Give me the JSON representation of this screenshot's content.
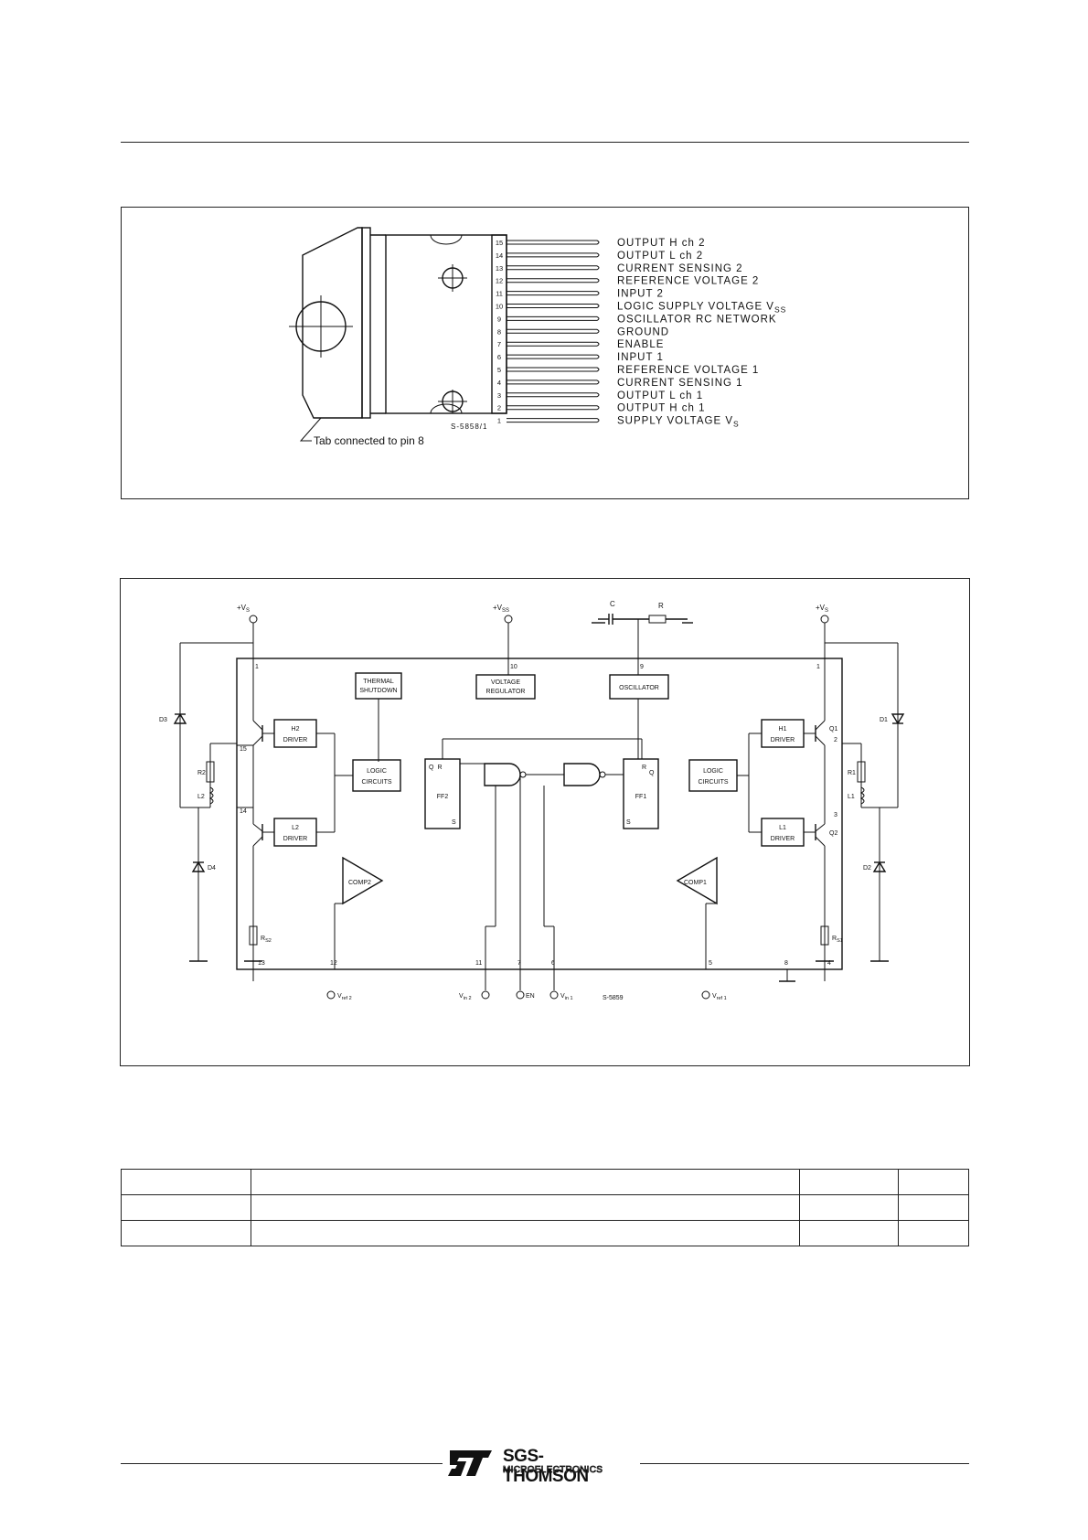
{
  "pinout": {
    "pins": [
      {
        "num": "15",
        "label": "OUTPUT H ch 2",
        "sub": ""
      },
      {
        "num": "14",
        "label": "OUTPUT L ch 2",
        "sub": ""
      },
      {
        "num": "13",
        "label": "CURRENT SENSING 2",
        "sub": ""
      },
      {
        "num": "12",
        "label": "REFERENCE VOLTAGE 2",
        "sub": ""
      },
      {
        "num": "11",
        "label": "INPUT 2",
        "sub": ""
      },
      {
        "num": "10",
        "label": "LOGIC SUPPLY VOLTAGE V",
        "sub": "SS"
      },
      {
        "num": "9",
        "label": "OSCILLATOR RC NETWORK",
        "sub": ""
      },
      {
        "num": "8",
        "label": "GROUND",
        "sub": ""
      },
      {
        "num": "7",
        "label": "ENABLE",
        "sub": ""
      },
      {
        "num": "6",
        "label": "INPUT 1",
        "sub": ""
      },
      {
        "num": "5",
        "label": "REFERENCE VOLTAGE 1",
        "sub": ""
      },
      {
        "num": "4",
        "label": "CURRENT SENSING 1",
        "sub": ""
      },
      {
        "num": "3",
        "label": "OUTPUT L ch 1",
        "sub": ""
      },
      {
        "num": "2",
        "label": "OUTPUT H ch 1",
        "sub": ""
      },
      {
        "num": "1",
        "label": "SUPPLY VOLTAGE V",
        "sub": "S"
      }
    ],
    "tab_note": "Tab connected to pin 8",
    "code": "S-5858/1"
  },
  "block": {
    "blocks": {
      "thermal1": "THERMAL",
      "thermal2": "SHUTDOWN",
      "vreg1": "VOLTAGE",
      "vreg2": "REGULATOR",
      "osc": "OSCILLATOR",
      "h2": "H2",
      "h1": "H1",
      "l2": "L2",
      "l1": "L1",
      "driver": "DRIVER",
      "logic1": "LOGIC",
      "logic2": "CIRCUITS",
      "ff2": "FF2",
      "ff1": "FF1",
      "comp2": "COMP2",
      "comp1": "COMP1",
      "q": "Q",
      "r": "R",
      "s": "S"
    },
    "supplies": {
      "vs_left": "+V",
      "vs_sub": "S",
      "vss": "+V",
      "vss_sub": "SS",
      "vs_right": "+V"
    },
    "rc": {
      "c": "C",
      "r": "R"
    },
    "components": {
      "d3": "D3",
      "d1": "D1",
      "d4": "D4",
      "d2": "D2",
      "r2": "R2",
      "l2": "L2",
      "r1": "R1",
      "l1": "L1",
      "q1": "Q1",
      "q2": "Q2",
      "rs2": "R",
      "rs2_sub": "S2",
      "rs1": "R",
      "rs1_sub": "S1"
    },
    "pins": {
      "p1l": "1",
      "p15": "15",
      "p14": "14",
      "p13": "13",
      "p12": "12",
      "p11": "11",
      "p10": "10",
      "p9": "9",
      "p7": "7",
      "p6": "6",
      "p5": "5",
      "p8": "8",
      "p4": "4",
      "p1r": "1",
      "p2": "2",
      "p3": "3"
    },
    "terminals": {
      "vref2": "V",
      "vref2_sub": "ref 2",
      "vin2": "V",
      "vin2_sub": "in 2",
      "en": "EN",
      "vin1": "V",
      "vin1_sub": "in 1",
      "vref1": "V",
      "vref1_sub": "ref 1"
    },
    "code": "S-5859"
  },
  "table": {
    "rows": [
      [
        "",
        "",
        "",
        ""
      ],
      [
        "",
        "",
        "",
        ""
      ],
      [
        "",
        "",
        "",
        ""
      ]
    ]
  },
  "logo": {
    "name": "SGS-THOMSON",
    "sub": "MICROELECTRONICS"
  }
}
